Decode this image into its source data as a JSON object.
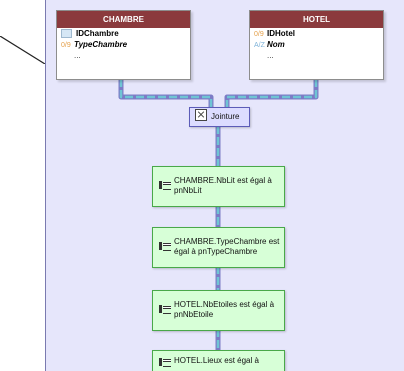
{
  "entities": {
    "chambre": {
      "title": "CHAMBRE",
      "fields": [
        {
          "type": "",
          "name": "IDChambre"
        },
        {
          "type": "0/9",
          "name": "TypeChambre"
        },
        {
          "type": "",
          "name": "..."
        }
      ]
    },
    "hotel": {
      "title": "HOTEL",
      "fields": [
        {
          "type": "0/9",
          "name": "IDHotel"
        },
        {
          "type": "A/Z",
          "name": "Nom"
        },
        {
          "type": "",
          "name": "..."
        }
      ]
    }
  },
  "join": {
    "label": "Jointure"
  },
  "conditions": [
    {
      "text": "CHAMBRE.NbLit  est égal à pnNbLit"
    },
    {
      "text": "CHAMBRE.TypeChambre  est égal à pnTypeChambre"
    },
    {
      "text": "HOTEL.NbEtoiles  est égal à pnNbEtoile"
    },
    {
      "text": "HOTEL.Lieux  est égal à"
    }
  ],
  "colors": {
    "entity_header": "#8b3a3d",
    "diagram_background": "#e6e6fb",
    "join_background": "#dcdcff",
    "condition_background": "#d7ffd7",
    "connector_blue": "#6fc4d4",
    "connector_frame": "#7c7cc6"
  },
  "icons": {
    "primary_key": "key-icon",
    "join": "join-icon",
    "condition": "filter-icon"
  }
}
